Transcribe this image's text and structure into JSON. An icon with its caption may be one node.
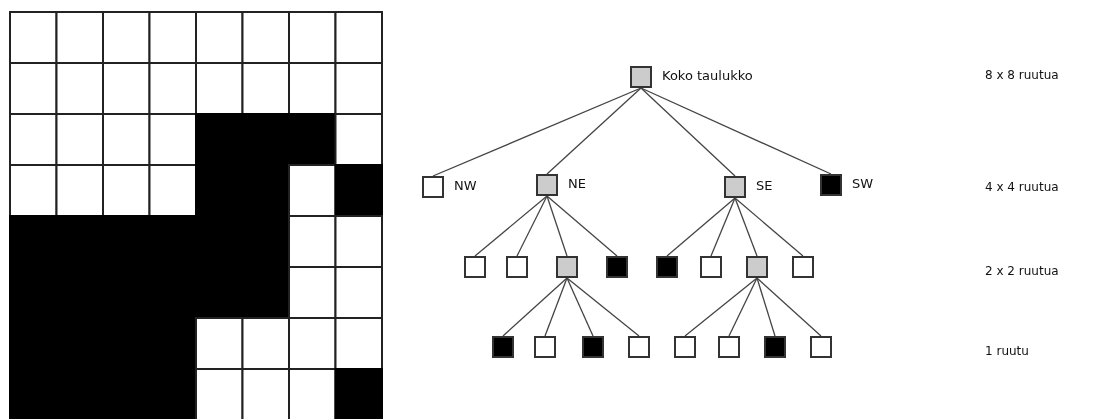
{
  "diagram": {
    "nodes": [
      {
        "text": [
          "Koko taulukko"
        ]
      },
      {
        "text": [
          "NW"
        ]
      },
      {
        "text": [
          "NE"
        ]
      },
      {
        "text": [
          "SE"
        ]
      },
      {
        "text": [
          "SW"
        ]
      },
      {
        "text": [],
        "shape": "box"
      },
      {
        "text": [],
        "shape": "box"
      },
      {
        "text": [],
        "shape": "box"
      },
      {
        "text": [],
        "shape": "box"
      },
      {
        "text": [],
        "shape": "box"
      },
      {
        "text": [],
        "shape": "box"
      },
      {
        "text": [],
        "shape": "box"
      },
      {
        "text": [],
        "shape": "box"
      },
      {
        "text": [],
        "shape": "box"
      },
      {
        "text": [],
        "shape": "box"
      },
      {
        "text": [],
        "shape": "box"
      },
      {
        "text": [],
        "shape": "box"
      },
      {
        "text": [],
        "shape": "box"
      },
      {
        "text": [],
        "shape": "box"
      },
      {
        "text": [],
        "shape": "box"
      },
      {
        "text": [],
        "shape": "box"
      }
    ],
    "edges": [
      {
        "from": 0,
        "to": 1,
        "arrow": "none"
      },
      {
        "from": 0,
        "to": 2,
        "arrow": "none"
      },
      {
        "from": 0,
        "to": 3,
        "arrow": "none"
      },
      {
        "from": 0,
        "to": 4,
        "arrow": "none"
      },
      {
        "from": 2,
        "to": 5,
        "arrow": "none"
      },
      {
        "from": 2,
        "to": 6,
        "arrow": "none"
      },
      {
        "from": 2,
        "to": 7,
        "arrow": "none"
      },
      {
        "from": 2,
        "to": 8,
        "arrow": "none"
      },
      {
        "from": 3,
        "to": 9,
        "arrow": "none"
      },
      {
        "from": 3,
        "to": 10,
        "arrow": "none"
      },
      {
        "from": 3,
        "to": 11,
        "arrow": "none"
      },
      {
        "from": 3,
        "to": 12,
        "arrow": "none"
      },
      {
        "from": 7,
        "to": 13,
        "arrow": "none"
      },
      {
        "from": 7,
        "to": 14,
        "arrow": "none"
      },
      {
        "from": 7,
        "to": 15,
        "arrow": "none"
      },
      {
        "from": 7,
        "to": 16,
        "arrow": "none"
      },
      {
        "from": 11,
        "to": 17,
        "arrow": "none"
      },
      {
        "from": 11,
        "to": 18,
        "arrow": "none"
      },
      {
        "from": 11,
        "to": 19,
        "arrow": "none"
      },
      {
        "from": 11,
        "to": 20,
        "arrow": "none"
      }
    ],
    "labels": [
      "8 x 8 ruutua",
      "4 x 4 ruutua",
      "2 x 2 ruutua",
      "1 ruutu"
    ]
  }
}
